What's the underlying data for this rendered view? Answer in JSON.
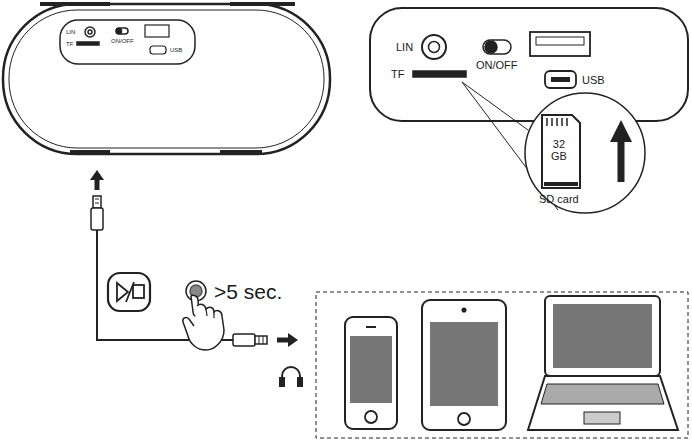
{
  "diagram": {
    "labels": [
      "LIN",
      "TF",
      "ON/OFF",
      "USB",
      "LIN",
      "TF",
      "ON/OFF",
      "USB",
      "32 GB",
      "SD card",
      ">5 sec."
    ]
  }
}
